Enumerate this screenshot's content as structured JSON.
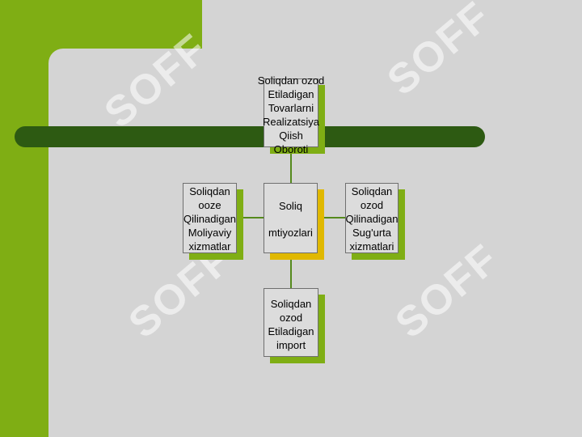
{
  "diagram": {
    "top": "Soliqdan ozod\nEtiladigan\nTovarlarni\nRealizatsiya\nQiish\nOboroti",
    "left": "Soliqdan\nooze\nQilinadigan\nMoliyaviy\nxizmatlar",
    "center_line1": "Soliq",
    "center_line2": "mtiyozlari",
    "right": "Soliqdan\nozod\nQilinadigan\nSug'urta\nxizmatlari",
    "bottom": "Soliqdan\nozod\nEtiladigan\nimport"
  },
  "watermark": "SOFF"
}
